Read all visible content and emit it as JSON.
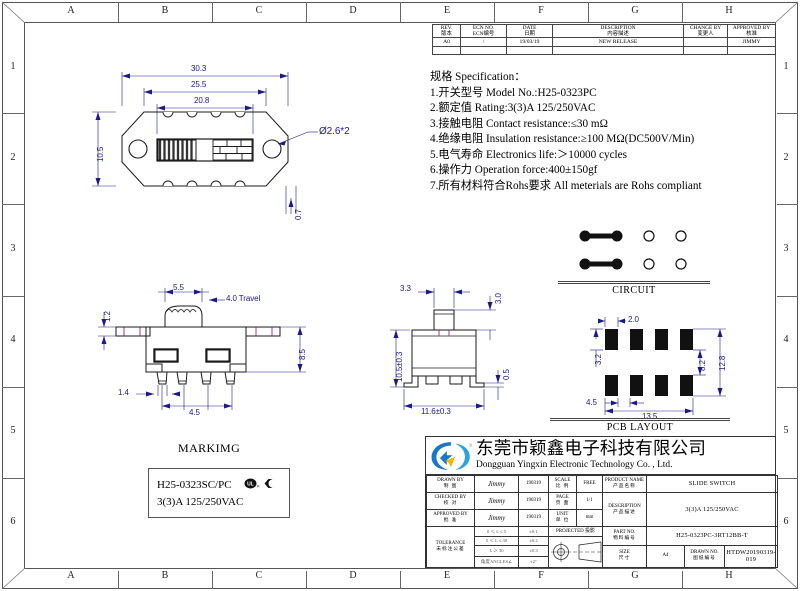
{
  "frame": {
    "zone_letters": [
      "A",
      "B",
      "C",
      "D",
      "E",
      "F",
      "G",
      "H"
    ],
    "zone_numbers": [
      "1",
      "2",
      "3",
      "4",
      "5",
      "6"
    ]
  },
  "revision_table": {
    "headers": [
      {
        "en": "REV.",
        "cn": "版本"
      },
      {
        "en": "ECN NO.",
        "cn": "ECN编号"
      },
      {
        "en": "DATE",
        "cn": "日期"
      },
      {
        "en": "DESCRIPTION",
        "cn": "内容描述"
      },
      {
        "en": "CHANGE BY",
        "cn": "变更人"
      },
      {
        "en": "APPROVED BY",
        "cn": "核准"
      }
    ],
    "rows": [
      {
        "rev": "A0",
        "ecn": "/",
        "date": "19/03/19",
        "description": "NEW RELEASE",
        "change_by": "",
        "approved_by": "JIMMY"
      }
    ]
  },
  "specification": {
    "title": "规格 Specification：",
    "lines": [
      "1.开关型号 Model No.:H25-0323PC",
      "2.额定值 Rating:3(3)A  125/250VAC",
      "3.接触电阻 Contact resistance:≤30 mΩ",
      "4.绝缘电阻 Insulation resistance:≥100 MΩ(DC500V/Min)",
      "5.电气寿命 Electronics life:＞10000 cycles",
      "6.操作力 Operation force:400±150gf",
      "7.所有材料符合Rohs要求 All meterials are Rohs compliant"
    ]
  },
  "views": {
    "top_view": {
      "dims": {
        "overall": "30.3",
        "mid": "25.5",
        "inner": "20.8",
        "height": "10.5",
        "hole": "Ø2.6*2",
        "pin_w": "0.7"
      }
    },
    "front_view": {
      "dims": {
        "knob_w": "5.5",
        "travel": "4.0 Travel",
        "flange_t": "1.2",
        "body_h": "8.5",
        "pin_w": "1.4",
        "pitch": "4.5"
      }
    },
    "side_view": {
      "dims": {
        "knob_w": "3.3",
        "knob_h": "3.0",
        "body_h": "10.5±0.3",
        "foot_h": "0.5",
        "overall_w": "11.6±0.3"
      }
    }
  },
  "circuit": {
    "caption": "CIRCUIT"
  },
  "pcb_layout": {
    "caption": "PCB LAYOUT",
    "dims": {
      "pad_w": "2.0",
      "pad_h": "3.2",
      "row_inner": "8.2",
      "row_outer": "12.8",
      "pad_offset": "4.5",
      "span": "13.5"
    }
  },
  "marking": {
    "title": "MARKIMG",
    "line1": "H25-0323SC/PC",
    "line2": "3(3)A  125/250VAC",
    "cert_marks": [
      "ul-mark",
      "ce-mark"
    ]
  },
  "title_block": {
    "logo": "yingxin-logo",
    "company_cn": "东莞市颖鑫电子科技有限公司",
    "company_en": "Dongguan Yingxin Electronic Technology Co. , Ltd.",
    "drawn_by": {
      "en": "DRAWN BY",
      "cn": "制    图",
      "value": "Jimmy",
      "date": "190319"
    },
    "checked_by": {
      "en": "CHECKED BY",
      "cn": "校    对",
      "value": "Jimmy",
      "date": "190319"
    },
    "approved_by": {
      "en": "APPROVED BY",
      "cn": "批    准",
      "value": "Jimmy",
      "date": "190319"
    },
    "scale": {
      "en": "SCALE",
      "cn": "比  例",
      "value": "FREE"
    },
    "page": {
      "en": "PAGE",
      "cn": "页  面",
      "value": "1/1"
    },
    "unit": {
      "en": "UNIT",
      "cn": "单  位",
      "value": "mm"
    },
    "tolerance": {
      "en": "TOLERANCE",
      "cn": "未标注公差"
    },
    "tolerance_rows": [
      {
        "range": "0 ＜ L ≤ 5",
        "value": "±0.1"
      },
      {
        "range": "5 ＜ L ≤ 30",
        "value": "±0.2"
      },
      {
        "range": "L ＞ 30",
        "value": "±0.3"
      },
      {
        "range": "角度ANGLES∠",
        "value": "±2°"
      }
    ],
    "projected": "PROJECTED 投影",
    "product_name": {
      "en": "PRODUCT NAME",
      "cn": "产品名称",
      "value": "SLIDE SWITCH"
    },
    "description": {
      "en": "DESCRIPTION",
      "cn": "产品描述",
      "value": "3(3)A  125/250VAC"
    },
    "part_no": {
      "en": "PART NO.",
      "cn": "物料编号",
      "value": "H25-0323PC-3RT12BB-T"
    },
    "size": {
      "en": "SIZE",
      "cn": "尺寸",
      "value": "A4"
    },
    "drawn_no": {
      "en": "DRAWN NO.",
      "cn": "图纸编号",
      "value": "HTDW20190319-019"
    }
  },
  "colors": {
    "dimension_blue": "#1a1a8c",
    "line_black": "#1a1a1a",
    "frame_gray": "#555555",
    "logo_blue": "#1878c8",
    "logo_yellow": "#f5b400"
  }
}
